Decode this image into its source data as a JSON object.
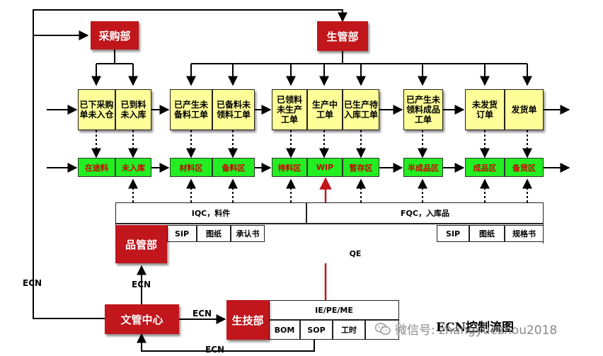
{
  "departments": {
    "purchasing": "采购部",
    "production_control": "生管部",
    "quality": "品管部",
    "document_center": "文管中心",
    "engineering": "生技部"
  },
  "documents": [
    "已下采购\n单未入仓",
    "已到料\n未入库",
    "已产生未\n备料工单",
    "已备料未\n领料工单",
    "已领料\n未生产\n工单",
    "生产中\n工单",
    "已生产待\n入库工单",
    "已产生未\n领料成品\n工单",
    "未发货\n订单",
    "发货单"
  ],
  "zones": [
    "在途料",
    "未入库",
    "材料区",
    "备料区",
    "待料区",
    "WIP",
    "暂存区",
    "半成品区",
    "成品区",
    "备货区"
  ],
  "quality_panel": {
    "incoming": "IQC，料件",
    "final": "FQC，入库品",
    "left_docs": [
      "SIP",
      "图纸",
      "承认书"
    ],
    "right_docs": [
      "SIP",
      "图纸",
      "规格书"
    ],
    "qe": "QE"
  },
  "engineering_panel": {
    "header": "IE/PE/ME",
    "docs": [
      "BOM",
      "SOP",
      "工时"
    ]
  },
  "flow_labels": {
    "ecn_left": "ECN",
    "ecn_up": "ECN",
    "ecn_right": "ECN",
    "ecn_bottom": "ECN"
  },
  "title": "ECN控制流图",
  "watermark": "微信号: zhangyuezhou2018",
  "colors": {
    "department": "#c0161c",
    "document": "#ffff99",
    "zone": "#22ee22",
    "zone_text": "#cc0000",
    "wip_link": "#c0161c"
  }
}
